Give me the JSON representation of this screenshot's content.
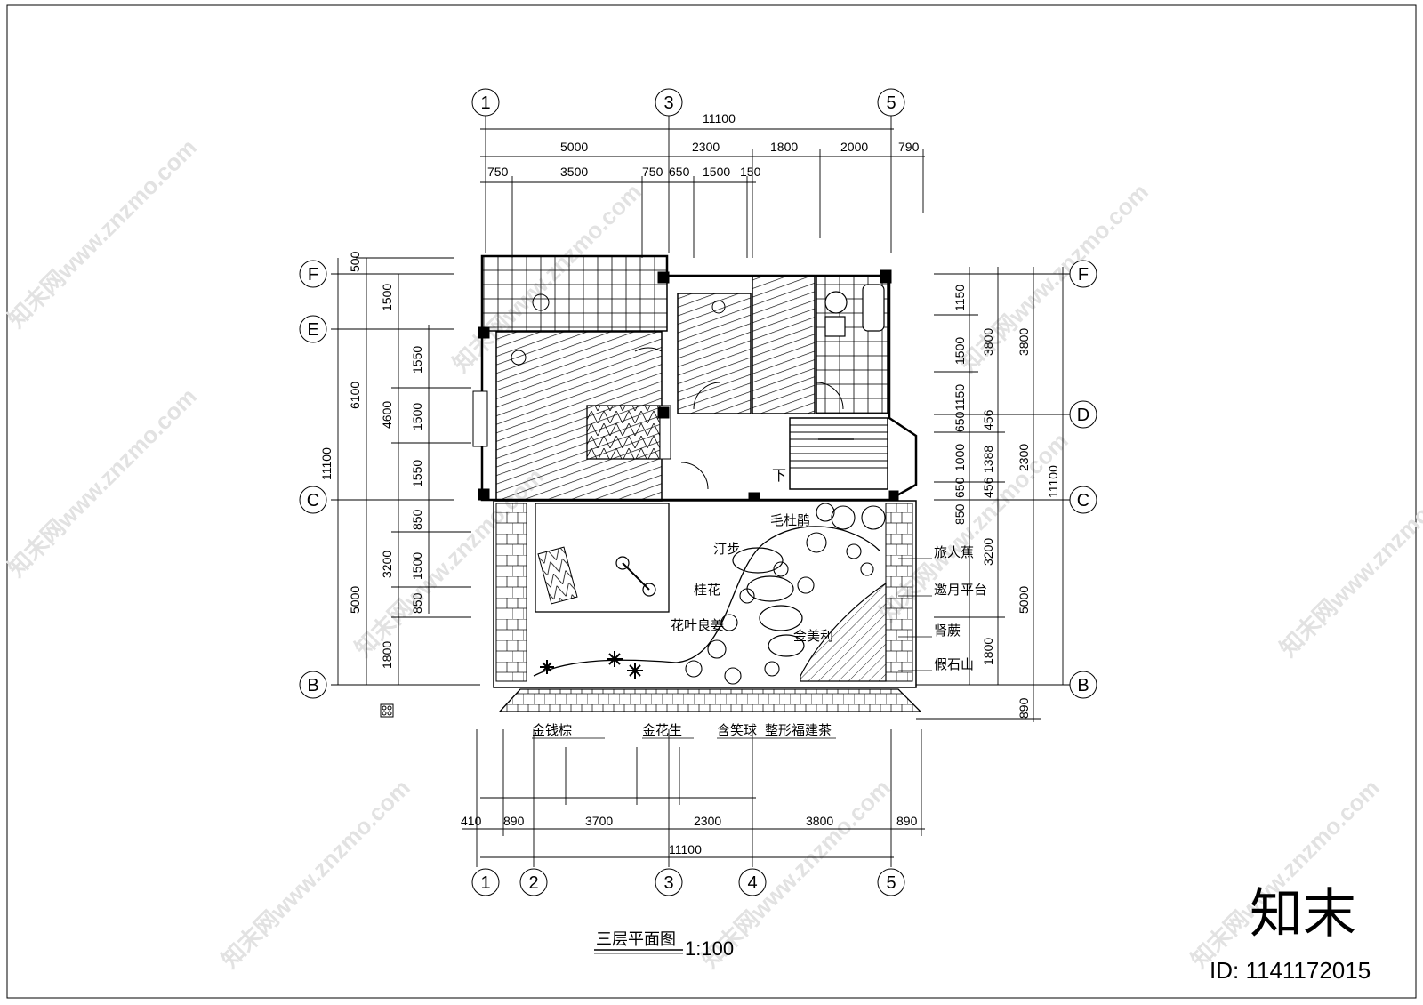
{
  "title": "三层平面图",
  "scale": "1:100",
  "axes": {
    "top": [
      "1",
      "3",
      "5"
    ],
    "bottom": [
      "1",
      "2",
      "3",
      "4",
      "5"
    ],
    "left": [
      "F",
      "E",
      "C",
      "B"
    ],
    "right": [
      "F",
      "D",
      "C",
      "B"
    ]
  },
  "dims": {
    "top_total": "11100",
    "top_row1": [
      "5000",
      "2300",
      "1800",
      "2000",
      "790"
    ],
    "top_row2": [
      "750",
      "3500",
      "750",
      "650",
      "1500",
      "150"
    ],
    "bottom_total": "11100",
    "bottom_row": [
      "410",
      "890",
      "3700",
      "2300",
      "3800",
      "890"
    ],
    "left_outer": "11100",
    "left_mid": [
      "500",
      "6100",
      "5000"
    ],
    "left_inner1": [
      "1500",
      "4600",
      "3200",
      "1800"
    ],
    "left_inner2": [
      "1550",
      "1500",
      "1550",
      "850",
      "1500",
      "850"
    ],
    "right_inner": [
      "1150",
      "1500",
      "1150",
      "650",
      "1000",
      "650",
      "850"
    ],
    "right_mid": [
      "3800",
      "456",
      "1388",
      "456",
      "3200",
      "1800"
    ],
    "right_outer1": [
      "3800",
      "2300",
      "5000"
    ],
    "right_outer2": "11100",
    "right_extra": "890"
  },
  "plant_labels": {
    "maoduju": "毛杜鹃",
    "dingbu": "汀步",
    "guihua": "桂花",
    "huayeliangjiang": "花叶良姜",
    "jinmeili": "金美利",
    "lvrenjiao": "旅人蕉",
    "yaoyue": "邀月平台",
    "shenjue": "肾蕨",
    "jiashishan": "假石山",
    "jinqianzong": "金钱棕",
    "jinhuasheng": "金花生",
    "hanxiaoqiu": "含笑球",
    "fujiancha": "整形福建茶"
  },
  "watermark": {
    "logo": "知末",
    "id": "ID: 1141172015",
    "site": "知末网www.znzmo.com"
  },
  "colors": {
    "line": "#000000",
    "watermark": "#d9d9d9"
  }
}
